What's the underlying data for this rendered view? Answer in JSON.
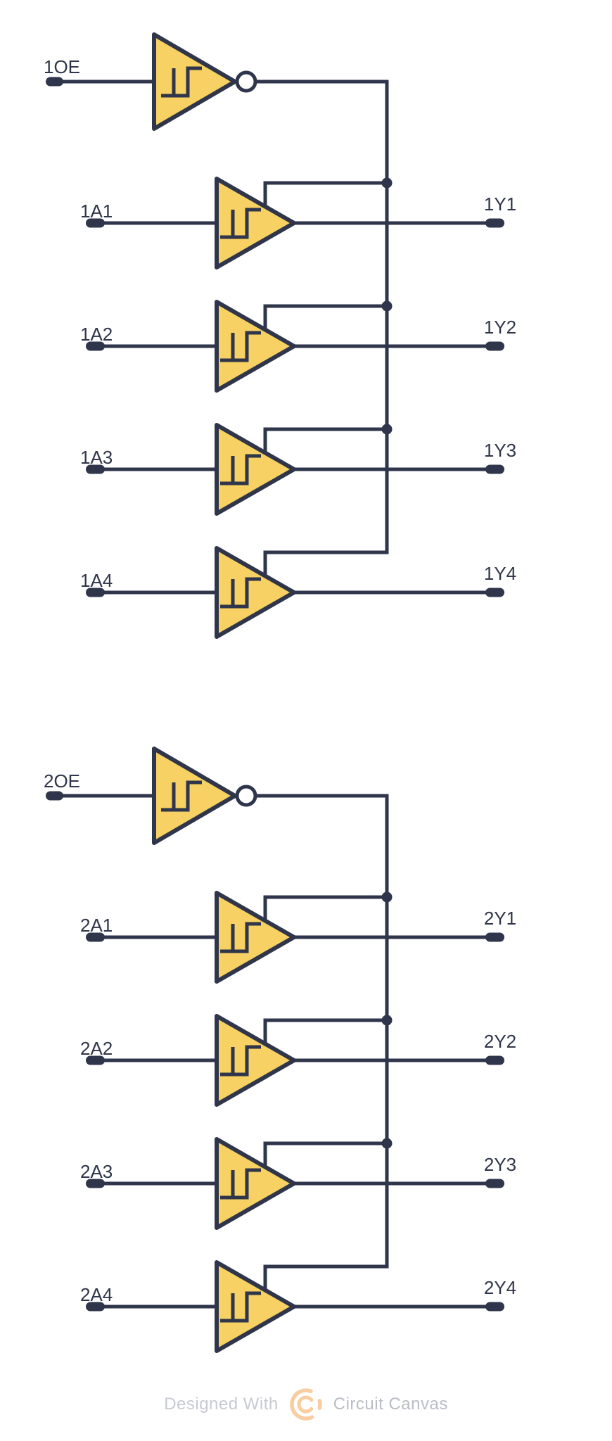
{
  "colors": {
    "background": "#FFFFFF",
    "stroke": "#2F354A",
    "component_fill": "#F7D163",
    "bubble_fill": "#FFFFFF",
    "label": "#2F354A",
    "footer_text": "#C7CAD1",
    "footer_brand": "#B9BDC5",
    "logo": "#F8CDA1"
  },
  "component": {
    "kind": "schmitt-trigger-buffer",
    "oe_stage": "schmitt-trigger-inverter-with-bubble"
  },
  "groups": [
    {
      "oe_label": "1OE",
      "channels": [
        {
          "input_label": "1A1",
          "output_label": "1Y1"
        },
        {
          "input_label": "1A2",
          "output_label": "1Y2"
        },
        {
          "input_label": "1A3",
          "output_label": "1Y3"
        },
        {
          "input_label": "1A4",
          "output_label": "1Y4"
        }
      ]
    },
    {
      "oe_label": "2OE",
      "channels": [
        {
          "input_label": "2A1",
          "output_label": "2Y1"
        },
        {
          "input_label": "2A2",
          "output_label": "2Y2"
        },
        {
          "input_label": "2A3",
          "output_label": "2Y3"
        },
        {
          "input_label": "2A4",
          "output_label": "2Y4"
        }
      ]
    }
  ],
  "footer": {
    "designed_with": "Designed With",
    "brand": "Circuit Canvas"
  }
}
